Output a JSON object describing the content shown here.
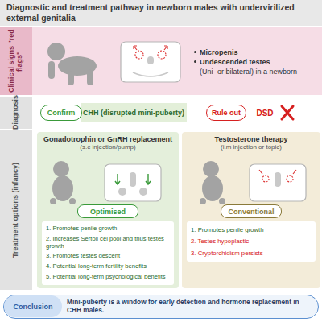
{
  "diagram": {
    "title": "Diagnostic and treatment pathway in newborn males with undervirilized external genitalia",
    "nodes": [
      {
        "text": [
          "Clinical signs \"red flags\""
        ]
      },
      {
        "text": [
          "Micropenis",
          "Undescended testes",
          "(Uni- or bilateral) in a newborn"
        ],
        "in": 0
      },
      {
        "text": [
          "Diagnosis"
        ]
      },
      {
        "text": [
          "Confirm"
        ],
        "in": 2
      },
      {
        "text": [
          "CHH (disrupted mini-puberty)"
        ],
        "in": 2
      },
      {
        "text": [
          "Rule out"
        ],
        "in": 2
      },
      {
        "text": [
          "DSD"
        ],
        "in": 2
      },
      {
        "text": [
          "Treatment options (infancy)"
        ]
      },
      {
        "text": [
          "Gonadotrophin or GnRH replacement",
          "(s.c injection/pump)"
        ],
        "in": 7
      },
      {
        "text": [
          "Optimised"
        ],
        "in": 8
      },
      {
        "text": [
          "1. Promotes penile growth",
          "2. Increases Sertoli cel pool and thus testes growth",
          "3. Promotes testes descent",
          "4. Potential long-term fertility benefits",
          "5. Potential long-term psychological benefits"
        ],
        "in": 8
      },
      {
        "text": [
          "Testosterone therapy",
          "(i.m injection or topic)"
        ],
        "in": 7
      },
      {
        "text": [
          "Conventional"
        ],
        "in": 11
      },
      {
        "text": [
          "1. Promotes penile growth",
          "2. Testes hypoplastic",
          "3. Cryptorchidism persists"
        ],
        "in": 11
      },
      {
        "text": [
          "Mini-puberty is a window for early detection and hormone replacement in CHH males."
        ]
      },
      {
        "text": [
          "Conclusion"
        ],
        "in": 14
      }
    ]
  }
}
